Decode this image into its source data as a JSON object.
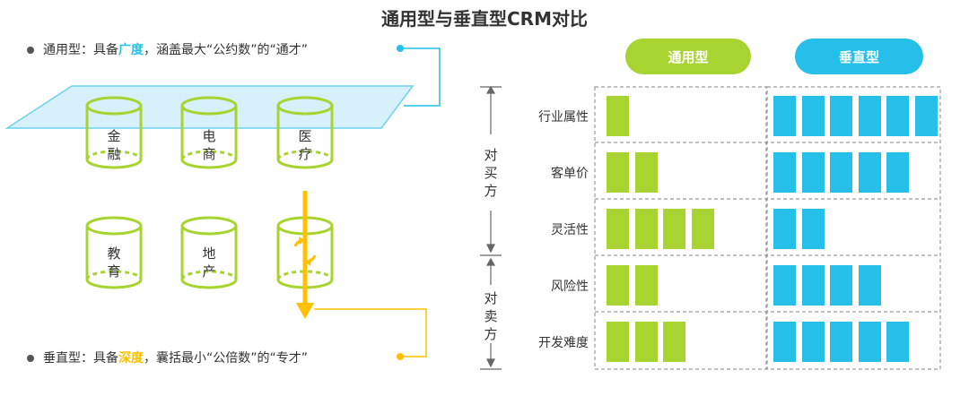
{
  "title": "通用型与垂直型CRM对比",
  "general": {
    "bullet": {
      "prefix": "通用型：具备",
      "highlight": "广度",
      "suffix": "，涵盖最大“公约数”的“通才”"
    },
    "cylinders": [
      {
        "line1": "金",
        "line2": "融"
      },
      {
        "line1": "电",
        "line2": "商"
      },
      {
        "line1": "医",
        "line2": "疗"
      }
    ]
  },
  "vertical": {
    "bullet": {
      "prefix": "垂直型：具备",
      "highlight": "深度",
      "suffix": "，囊括最小“公倍数”的“专才”"
    },
    "cylinders": [
      {
        "line1": "教",
        "line2": "育"
      },
      {
        "line1": "地",
        "line2": "产"
      }
    ]
  },
  "comparison": {
    "headers": [
      "通用型",
      "垂直型"
    ],
    "buyer_label": [
      "对",
      "买",
      "方"
    ],
    "seller_label": [
      "对",
      "卖",
      "方"
    ],
    "rows": [
      {
        "label": "行业属性",
        "general": 1,
        "vertical": 6
      },
      {
        "label": "客单价",
        "general": 2,
        "vertical": 5
      },
      {
        "label": "灵活性",
        "general": 4,
        "vertical": 2
      },
      {
        "label": "风险性",
        "general": 2,
        "vertical": 4
      },
      {
        "label": "开发难度",
        "general": 3,
        "vertical": 5
      }
    ]
  },
  "colors": {
    "green": "#a8d431",
    "blue": "#25bfe9",
    "yellow": "#ffc000",
    "plane": "#d6f1fb",
    "dash": "#9a9a9a"
  }
}
